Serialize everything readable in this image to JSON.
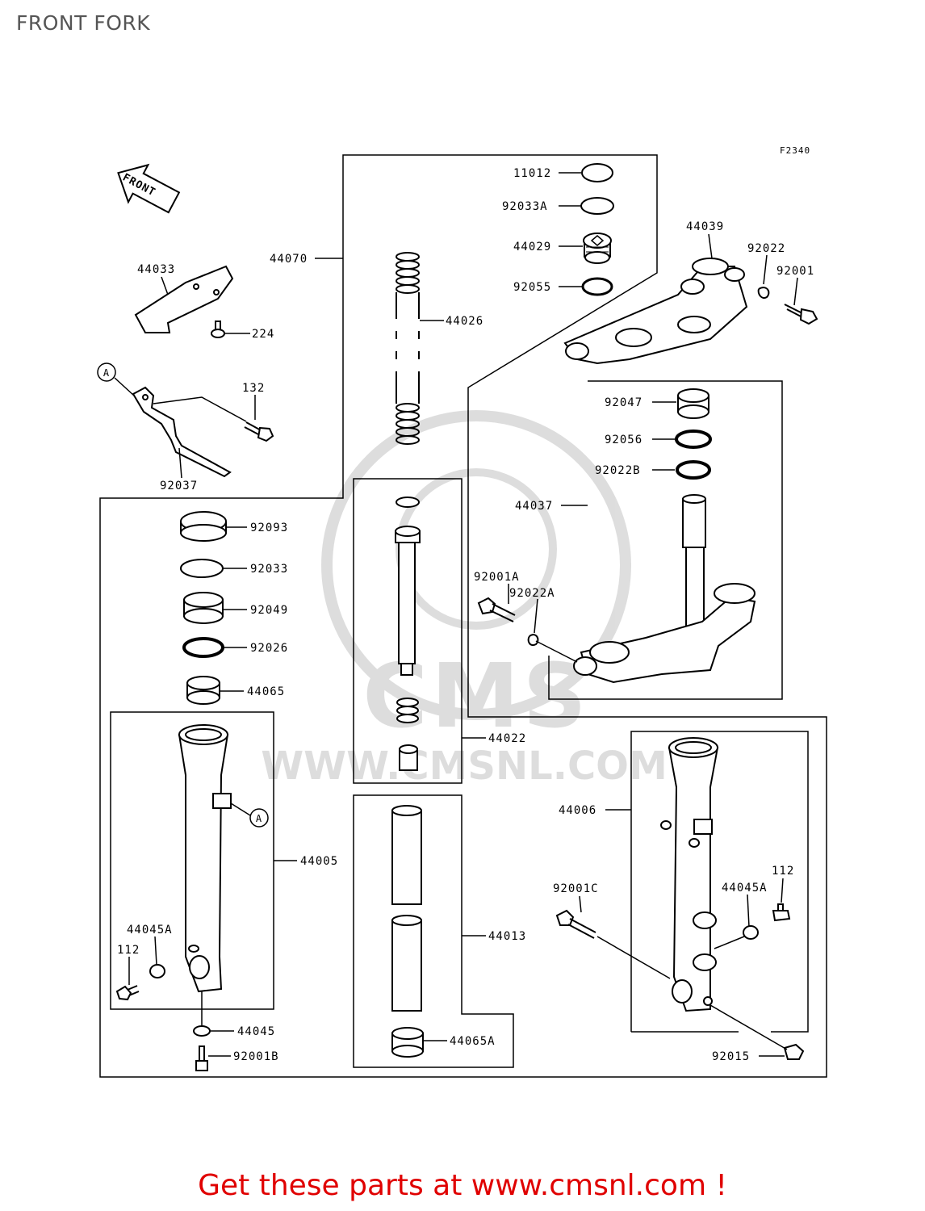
{
  "page": {
    "title": "FRONT FORK"
  },
  "diagram": {
    "figure_code": "F2340",
    "front_arrow_text": "FRONT",
    "watermark_text": "WWW.CMSNL.COM",
    "watermark_logo_text": "CMS",
    "ref_marker": "A",
    "parts": {
      "p11012": "11012",
      "p92033A": "92033A",
      "p44029": "44029",
      "p92055": "92055",
      "p44039": "44039",
      "p92022": "92022",
      "p92001": "92001",
      "p44070": "44070",
      "p44026": "44026",
      "p44033": "44033",
      "p224": "224",
      "p132": "132",
      "p92037": "92037",
      "p92047": "92047",
      "p92056": "92056",
      "p92022B": "92022B",
      "p44037": "44037",
      "p92001A": "92001A",
      "p92022A": "92022A",
      "p92093": "92093",
      "p92033": "92033",
      "p92049": "92049",
      "p92026": "92026",
      "p44065": "44065",
      "p44022": "44022",
      "p44005": "44005",
      "p44006": "44006",
      "p112L": "112",
      "p44045AL": "44045A",
      "p112R": "112",
      "p44045AR": "44045A",
      "p92001C": "92001C",
      "p44013": "44013",
      "p44045": "44045",
      "p92001B": "92001B",
      "p44065A": "44065A",
      "p92015": "92015"
    }
  },
  "footer": {
    "cta": "Get these parts at www.cmsnl.com !"
  }
}
